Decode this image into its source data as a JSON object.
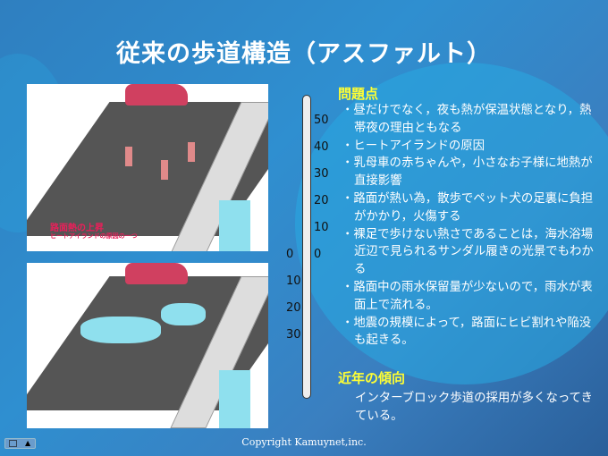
{
  "title": "従来の歩道構造（アスファルト）",
  "panel_top": {
    "label_main": "路面熱の上昇",
    "label_sub": "ヒートアイランドの原因の一つ"
  },
  "thermometer": {
    "right_scale": [
      "50",
      "40",
      "30",
      "20",
      "10",
      "0"
    ],
    "left_scale": [
      "0",
      "10",
      "20",
      "30"
    ]
  },
  "problems": {
    "heading": "問題点",
    "items": [
      "昼だけでなく，夜も熱が保温状態となり，熱帯夜の理由ともなる",
      "ヒートアイランドの原因",
      "乳母車の赤ちゃんや，小さなお子様に地熱が直接影響",
      "路面が熱い為，散歩でペット犬の足裏に負担がかかり，火傷する",
      "裸足で歩けない熱さであることは，海水浴場近辺で見られるサンダル履きの光景でもわかる",
      "路面中の雨水保留量が少ないので，雨水が表面上で流れる。",
      "地震の規模によって，路面にヒビ割れや陥没も起きる。"
    ]
  },
  "trend": {
    "heading": "近年の傾向",
    "text": "インターブロック歩道の採用が多くなってきている。"
  },
  "copyright": "Copyright Kamuynet,inc.",
  "controls": {
    "up": "▲"
  }
}
